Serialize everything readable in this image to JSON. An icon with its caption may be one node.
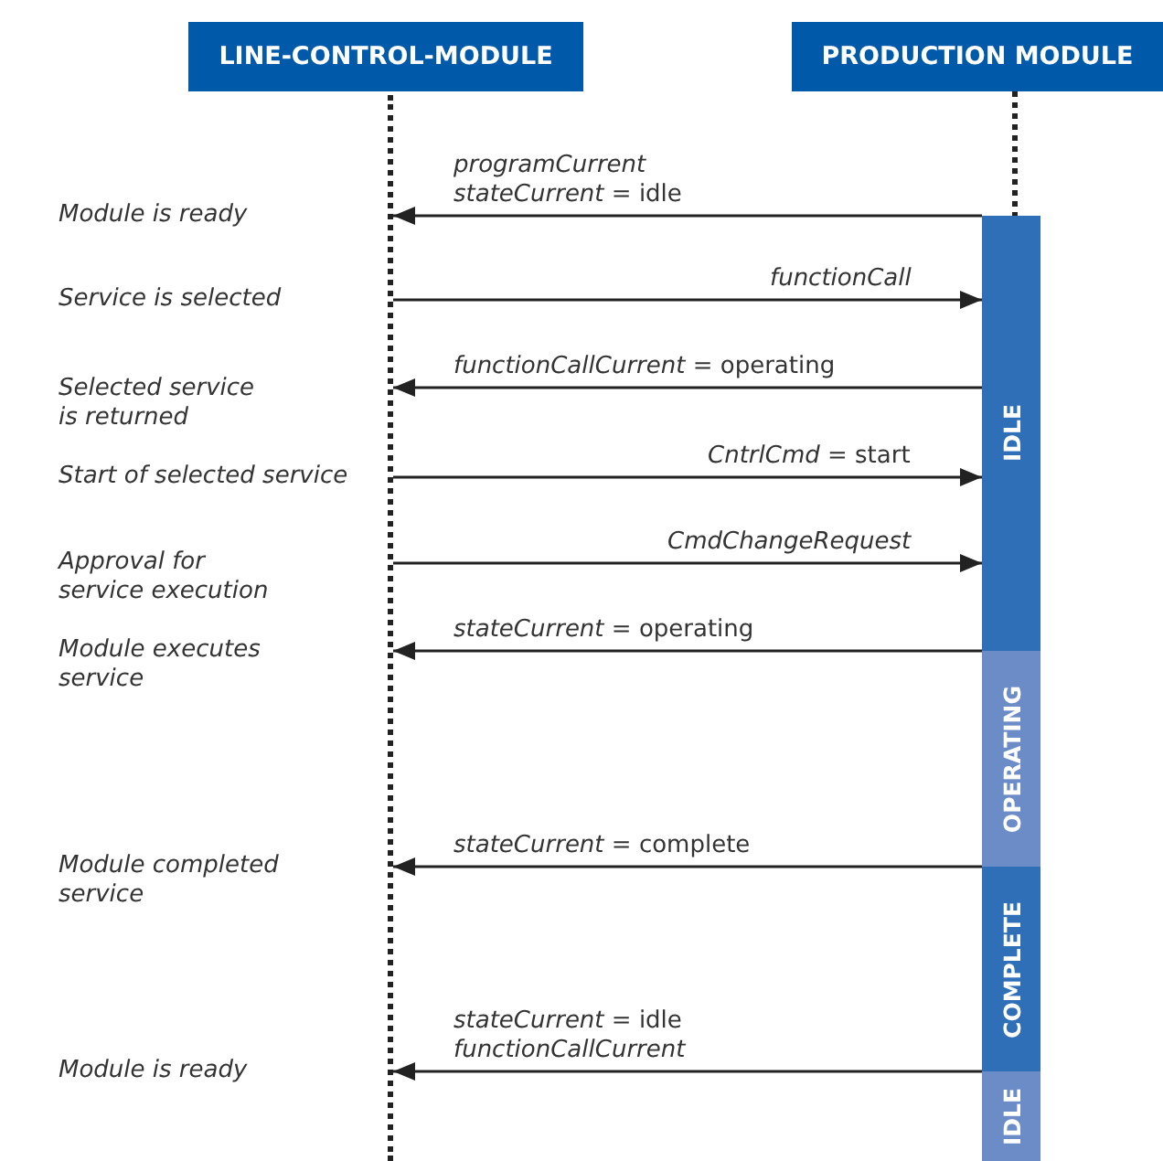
{
  "diagram": {
    "nodes": [
      {
        "text": [
          "LINE-CONTROL-MODULE"
        ]
      },
      {
        "text": [
          "PRODUCTION MODULE"
        ]
      },
      {
        "text": [],
        "shape": "line"
      },
      {
        "text": [
          "IDLE"
        ]
      },
      {
        "text": [
          "OPERATING"
        ]
      },
      {
        "text": [
          "COMPLETE"
        ]
      },
      {
        "text": [
          "IDLE"
        ]
      }
    ],
    "edges": [
      {
        "from": 3,
        "to": 2,
        "arrow": "to",
        "label": "*programCurrent stateCurrent* = idle"
      },
      {
        "from": 2,
        "to": 3,
        "arrow": "to",
        "label": "*functionCall*"
      },
      {
        "from": 3,
        "to": 2,
        "arrow": "to",
        "label": "*functionCallCurrent* = operating"
      },
      {
        "from": 2,
        "to": 3,
        "arrow": "to",
        "label": "*CntrlCmd* = start"
      },
      {
        "from": 2,
        "to": 3,
        "arrow": "to",
        "label": "*CmdChangeRequest*"
      },
      {
        "from": 4,
        "to": 2,
        "arrow": "to",
        "label": "*stateCurrent* = operating"
      },
      {
        "from": 5,
        "to": 2,
        "arrow": "to",
        "label": "*stateCurrent* = complete"
      },
      {
        "from": 6,
        "to": 2,
        "arrow": "to",
        "label": "*stateCurrent* = idle *functionCallCurrent*"
      },
      {
        "from": 1,
        "to": 3,
        "arrow": "none",
        "style": "dashed"
      }
    ],
    "labels": [
      "Module is ready",
      "Service is selected",
      "Selected service is returned",
      "Start of selected service",
      "Approval for service execution",
      "Module executes service",
      "Module completed service",
      "Module is ready"
    ]
  }
}
